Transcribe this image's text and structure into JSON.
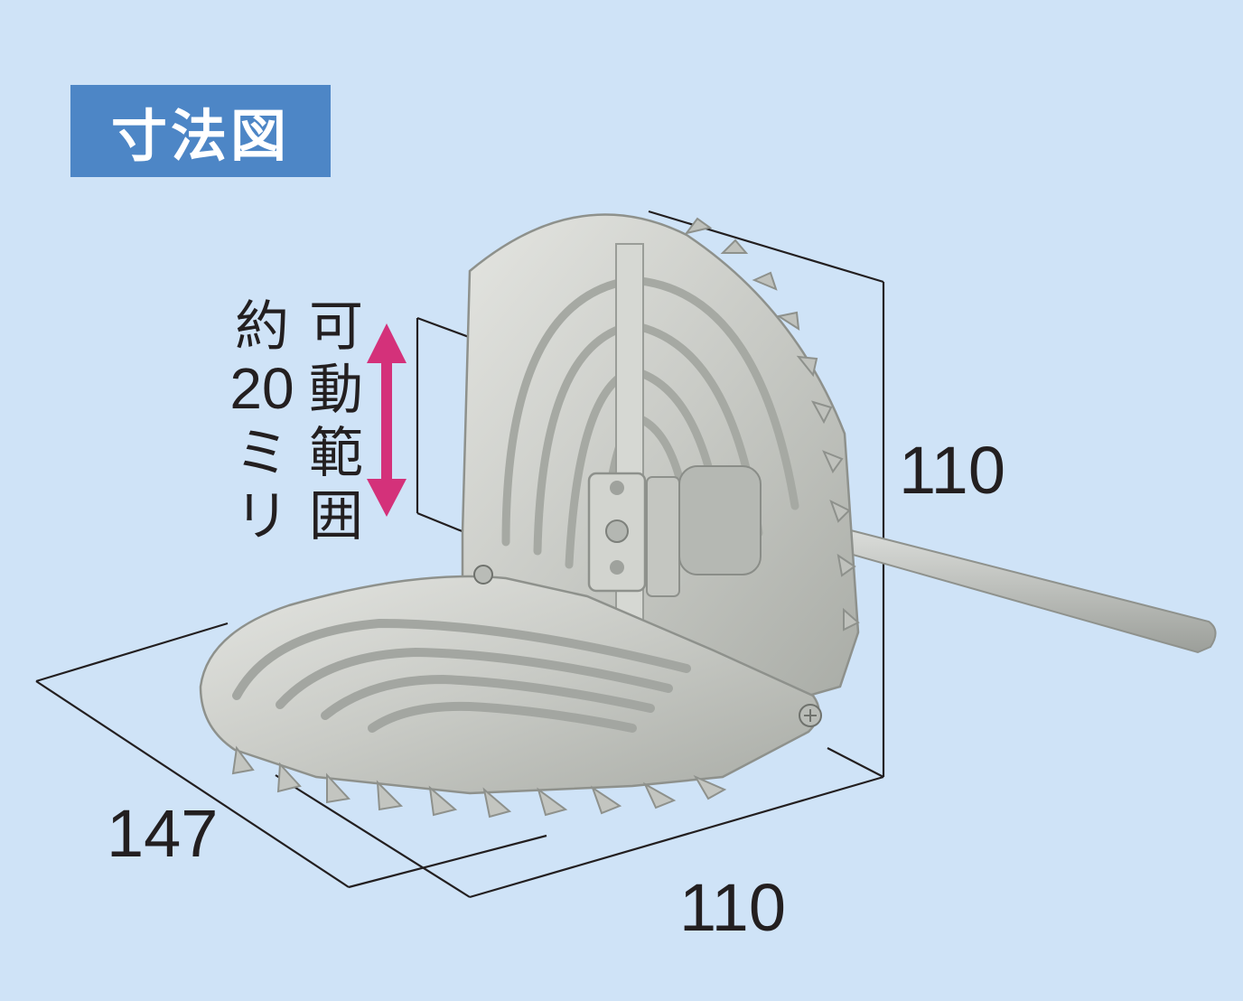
{
  "title": "寸法図",
  "dimensions": {
    "height": "110",
    "width": "110",
    "depth": "147"
  },
  "movable_range": {
    "line1_chars": [
      "可",
      "動",
      "範",
      "囲"
    ],
    "line2_chars": [
      "約",
      "20",
      "ミ",
      "リ"
    ]
  },
  "colors": {
    "background": "#cfe3f7",
    "title_bg": "#4d86c6",
    "arrow": "#d4317a",
    "metal": "#c9cbc6",
    "line": "#231f20"
  },
  "icons": [
    "double-arrow-icon"
  ]
}
